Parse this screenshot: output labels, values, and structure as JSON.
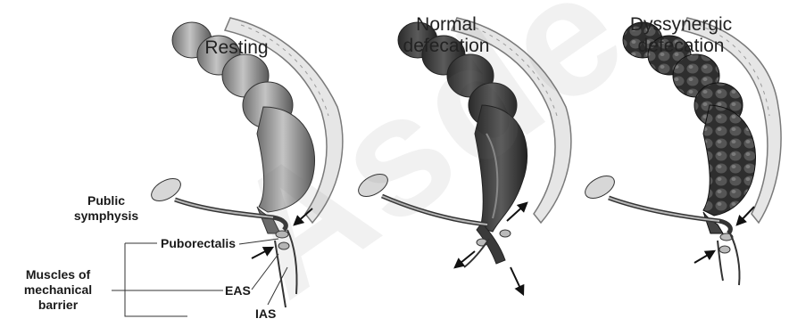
{
  "panels": [
    {
      "title_line1": "Resting",
      "title_line2": ""
    },
    {
      "title_line1": "Normal",
      "title_line2": "defecation"
    },
    {
      "title_line1": "Dyssynergic",
      "title_line2": "defecation"
    }
  ],
  "labels": {
    "pubic_line1": "Public",
    "pubic_line2": "symphysis",
    "puborectalis": "Puborectalis",
    "muscles_line1": "Muscles of",
    "muscles_line2": "mechanical",
    "muscles_line3": "barrier",
    "eas": "EAS",
    "ias": "IAS"
  },
  "watermark": "Asde",
  "colors": {
    "ink": "#1a1a1a",
    "colon_light": "#9a9a9a",
    "colon_dark": "#3a3a3a",
    "bone": "#d9d9d9"
  }
}
